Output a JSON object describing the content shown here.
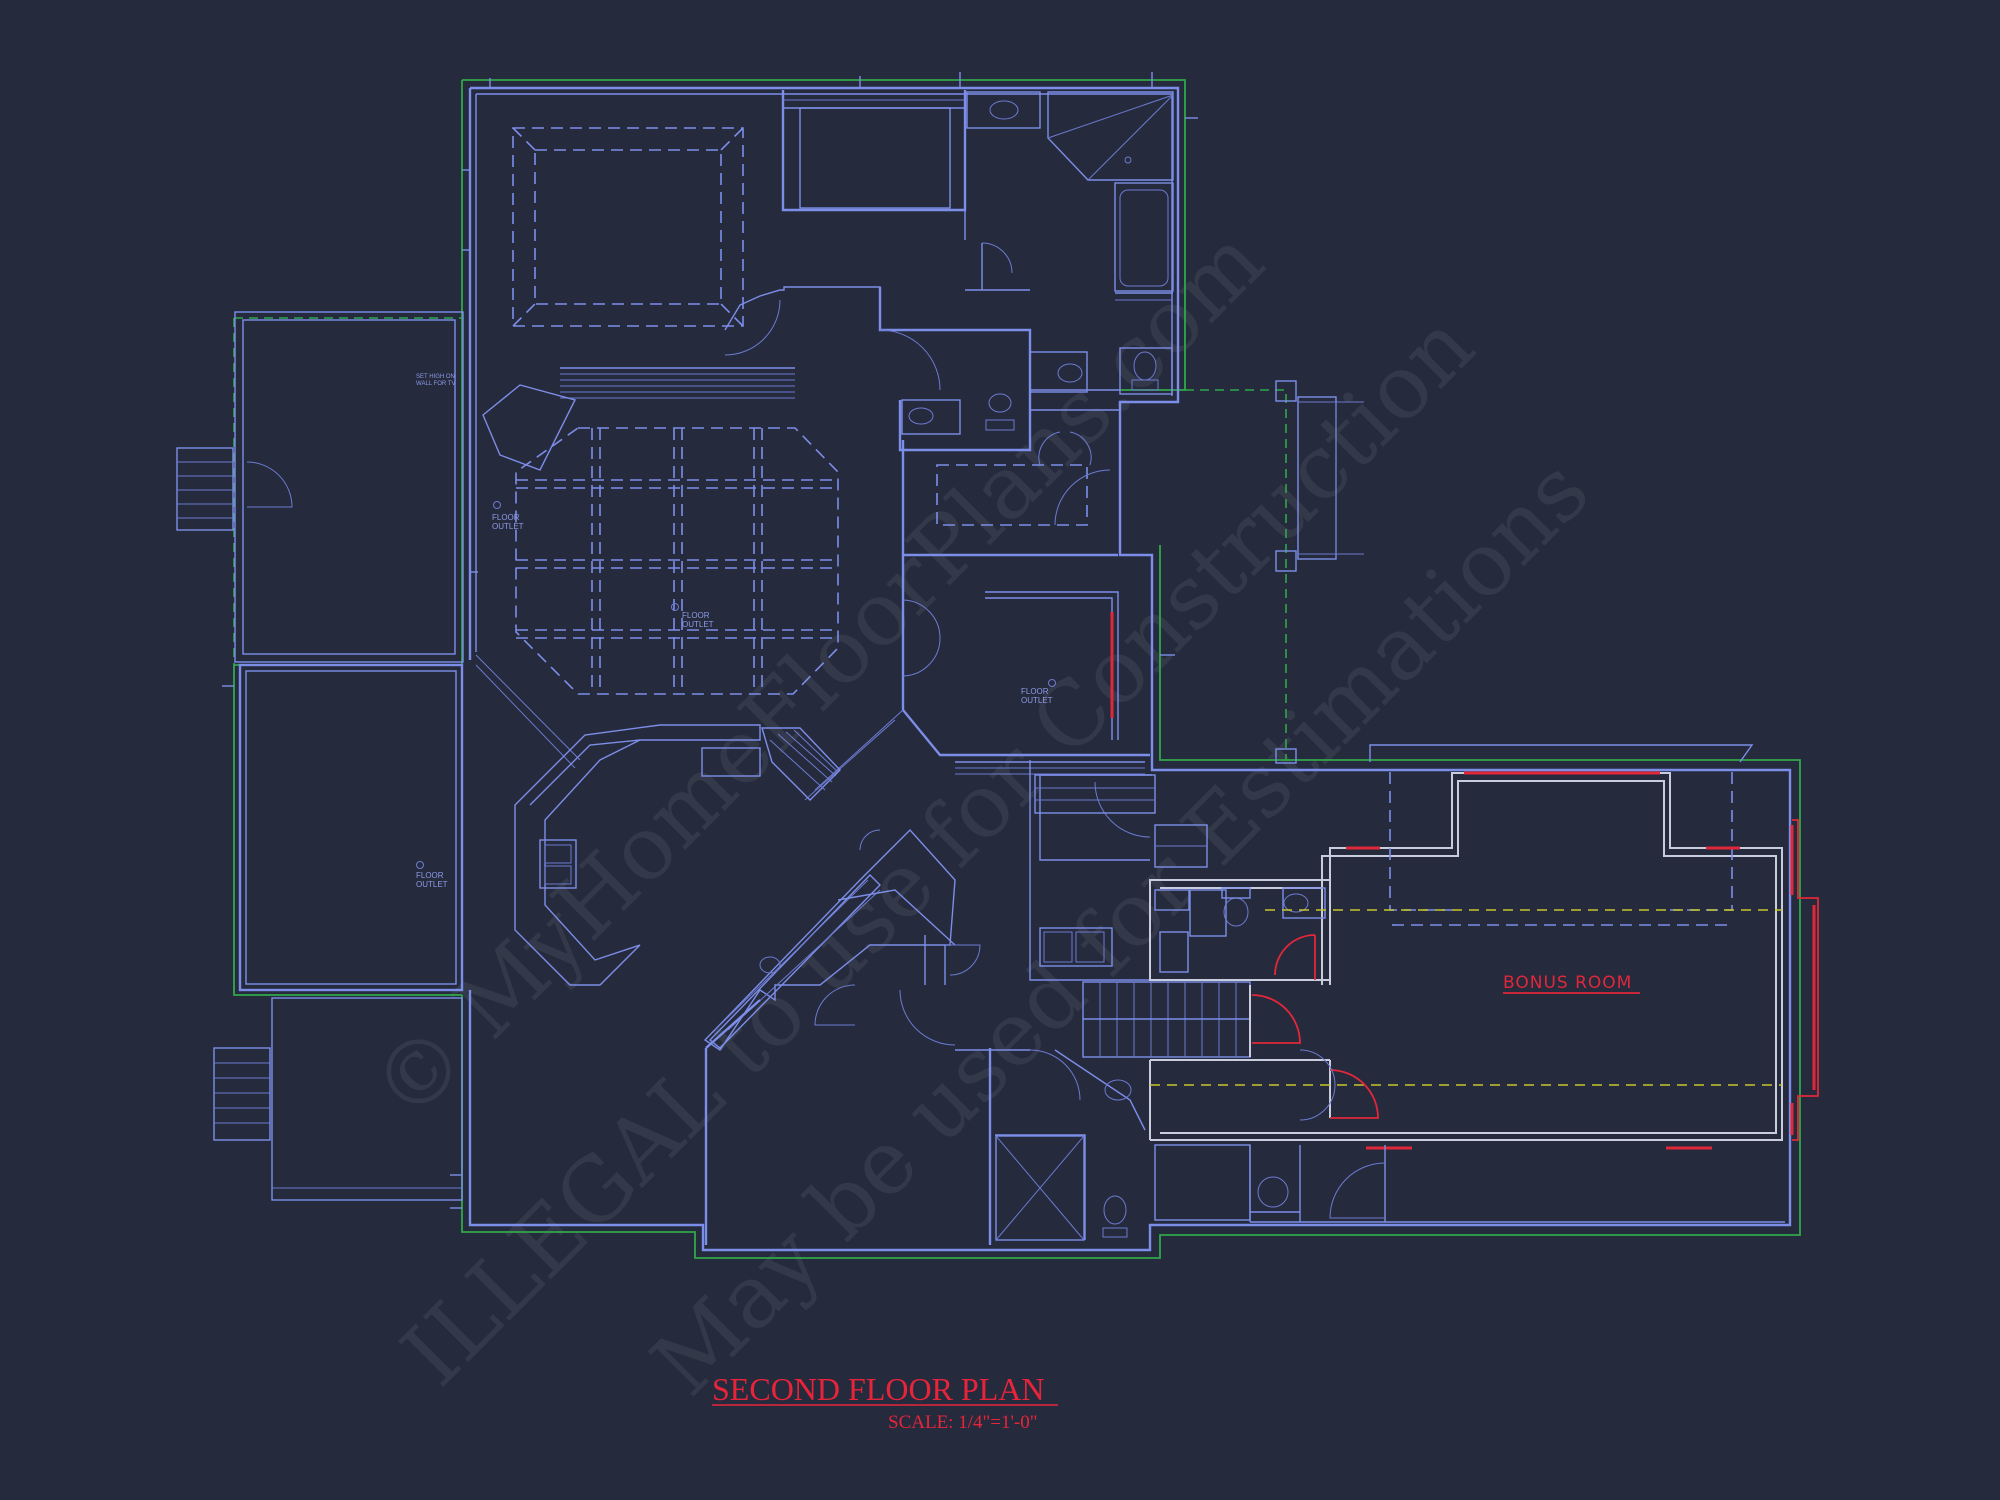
{
  "plan": {
    "title": "SECOND FLOOR PLAN",
    "scale": "SCALE: 1/4\"=1'-0\""
  },
  "rooms": {
    "bonus_room": "BONUS ROOM"
  },
  "notes": {
    "floor_outlet_1_a": "FLOOR",
    "floor_outlet_1_b": "OUTLET",
    "floor_outlet_2_a": "FLOOR",
    "floor_outlet_2_b": "OUTLET",
    "floor_outlet_3_a": "FLOOR",
    "floor_outlet_3_b": "OUTLET",
    "floor_outlet_4_a": "FLOOR",
    "floor_outlet_4_b": "OUTLET",
    "tv_note_a": "SET HIGH ON",
    "tv_note_b": "WALL FOR TV"
  },
  "watermark": {
    "line1": "© MyHomeFloorPlans.com",
    "line2": "ILLEGAL to use for Construction",
    "line3": "May be used for Estimations"
  },
  "colors": {
    "background": "#252a3d",
    "walls": "#7d8ee8",
    "exterior_outline": "#2fa84a",
    "title": "#e8243a",
    "bonus_room_walls": "#c8ccdc",
    "ridge_lines": "#c7c62a"
  }
}
